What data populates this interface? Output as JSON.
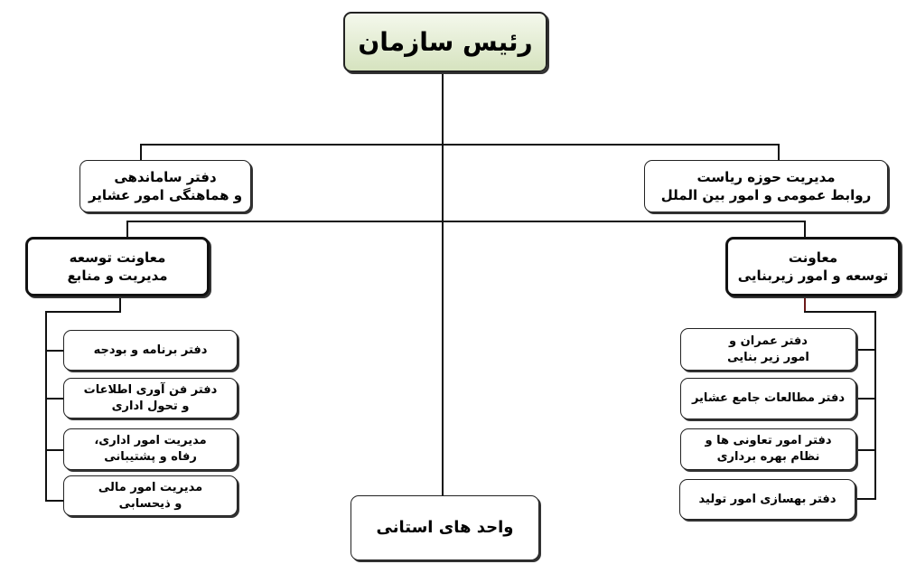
{
  "root": {
    "label": "رئیس سازمان",
    "color": "#d6e3bf"
  },
  "staff_left": {
    "line1": "دفتر ساماندهی",
    "line2": "و هماهنگی امور عشایر"
  },
  "staff_right": {
    "line1": "مدیریت حوزه ریاست",
    "line2": "روابط عمومی و امور بین الملل"
  },
  "deputy_left": {
    "line1": "معاونت توسعه",
    "line2": "مدیریت و منابع",
    "children": [
      {
        "line1": "دفتر برنامه و بودجه"
      },
      {
        "line1": "دفتر فن آوری اطلاعات",
        "line2": "و تحول اداری"
      },
      {
        "line1": "مدیریت امور اداری،",
        "line2": "رفاه و پشتیبانی"
      },
      {
        "line1": "مدیریت امور مالی",
        "line2": "و  ذیحسابی"
      }
    ]
  },
  "deputy_right": {
    "line1": "معاونت",
    "line2": "توسعه و امور زیربنایی",
    "children": [
      {
        "line1": "دفتر عمران و",
        "line2": "امور زیر بنایی"
      },
      {
        "line1": "دفتر مطالعات جامع عشایر"
      },
      {
        "line1": "دفتر امور تعاونی ها و",
        "line2": "نظام بهره برداری"
      },
      {
        "line1": "دفتر بهسازی امور تولید"
      }
    ]
  },
  "provincial": {
    "label": "واحد های استانی"
  }
}
